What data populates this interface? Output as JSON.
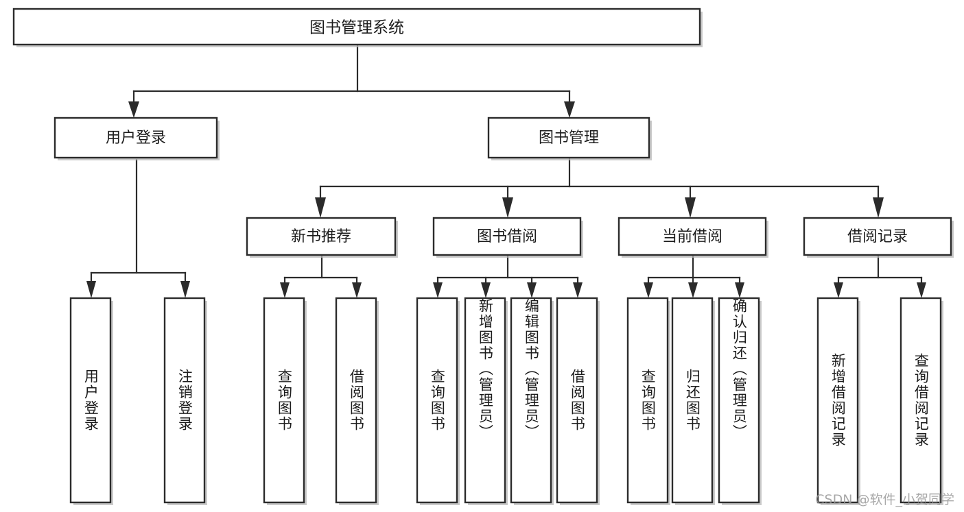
{
  "diagram": {
    "kind": "tree-diagram",
    "title_node": {
      "label": "图书管理系统"
    },
    "level2": [
      {
        "id": "user-login",
        "label": "用户登录"
      },
      {
        "id": "book-management",
        "label": "图书管理"
      }
    ],
    "level3": [
      {
        "id": "new-book-recommend",
        "label": "新书推荐"
      },
      {
        "id": "book-borrow",
        "label": "图书借阅"
      },
      {
        "id": "current-borrow",
        "label": "当前借阅"
      },
      {
        "id": "borrow-record",
        "label": "借阅记录"
      }
    ],
    "leaves": {
      "user_login": [
        {
          "id": "leaf-user-login",
          "label": "用户登录"
        },
        {
          "id": "leaf-logout-login",
          "label": "注销登录"
        }
      ],
      "new_book_recommend": [
        {
          "id": "leaf-query-book-1",
          "label": "查询图书"
        },
        {
          "id": "leaf-borrow-book-1",
          "label": "借阅图书"
        }
      ],
      "book_borrow": [
        {
          "id": "leaf-query-book-2",
          "label": "查询图书"
        },
        {
          "id": "leaf-add-book",
          "label": "新增图书（管理员）"
        },
        {
          "id": "leaf-edit-book",
          "label": "编辑图书（管理员）"
        },
        {
          "id": "leaf-borrow-book-2",
          "label": "借阅图书"
        }
      ],
      "current_borrow": [
        {
          "id": "leaf-query-book-3",
          "label": "查询图书"
        },
        {
          "id": "leaf-return-book",
          "label": "归还图书"
        },
        {
          "id": "leaf-confirm-return",
          "label": "确认归还（管理员）"
        }
      ],
      "borrow_record": [
        {
          "id": "leaf-add-record",
          "label": "新增借阅记录"
        },
        {
          "id": "leaf-query-record",
          "label": "查询借阅记录"
        }
      ]
    }
  },
  "watermark": {
    "text": "CSDN @软件_小贺同学"
  },
  "colors": {
    "box_stroke": "#2b2b2b",
    "box_fill": "#ffffff",
    "text": "#1c1c1c",
    "connector": "#2b2b2b",
    "shadow": "#b8b8b8",
    "watermark": "#9a9a9a",
    "background": "#ffffff"
  }
}
